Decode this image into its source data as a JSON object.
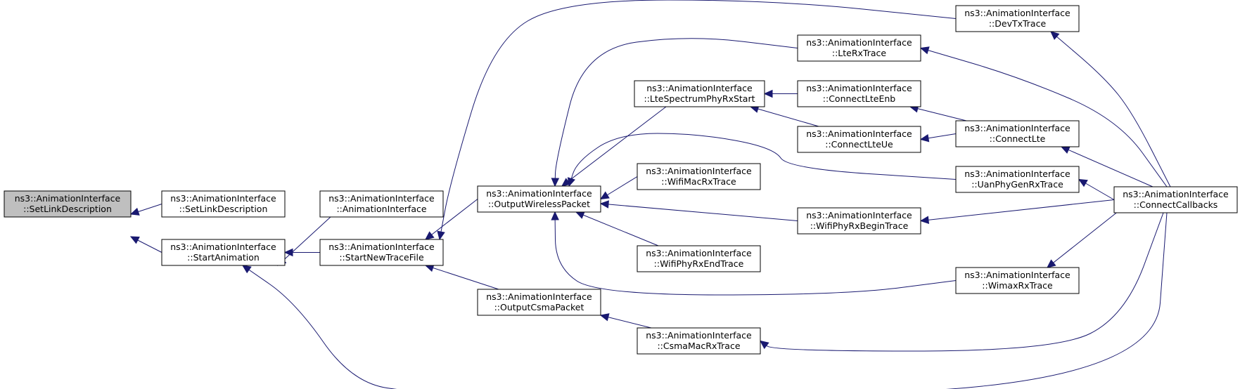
{
  "colors": {
    "edge": "#191970",
    "node_fill": "#ffffff",
    "node_stroke": "#000000",
    "highlight_fill": "#bfbfbf"
  },
  "nodes": [
    {
      "id": "n0",
      "line1": "ns3::AnimationInterface",
      "line2": "::SetLinkDescription",
      "highlight": true
    },
    {
      "id": "n1",
      "line1": "ns3::AnimationInterface",
      "line2": "::SetLinkDescription"
    },
    {
      "id": "n2",
      "line1": "ns3::AnimationInterface",
      "line2": "::StartAnimation"
    },
    {
      "id": "n3",
      "line1": "ns3::AnimationInterface",
      "line2": "::AnimationInterface"
    },
    {
      "id": "n4",
      "line1": "ns3::AnimationInterface",
      "line2": "::StartNewTraceFile"
    },
    {
      "id": "n5",
      "line1": "ns3::AnimationInterface",
      "line2": "::OutputWirelessPacket"
    },
    {
      "id": "n6",
      "line1": "ns3::AnimationInterface",
      "line2": "::OutputCsmaPacket"
    },
    {
      "id": "n7",
      "line1": "ns3::AnimationInterface",
      "line2": "::LteSpectrumPhyRxStart"
    },
    {
      "id": "n8",
      "line1": "ns3::AnimationInterface",
      "line2": "::WifiMacRxTrace"
    },
    {
      "id": "n9",
      "line1": "ns3::AnimationInterface",
      "line2": "::WifiPhyRxEndTrace"
    },
    {
      "id": "n10",
      "line1": "ns3::AnimationInterface",
      "line2": "::CsmaMacRxTrace"
    },
    {
      "id": "n11",
      "line1": "ns3::AnimationInterface",
      "line2": "::DevTxTrace"
    },
    {
      "id": "n12",
      "line1": "ns3::AnimationInterface",
      "line2": "::LteRxTrace"
    },
    {
      "id": "n13",
      "line1": "ns3::AnimationInterface",
      "line2": "::ConnectLteEnb"
    },
    {
      "id": "n14",
      "line1": "ns3::AnimationInterface",
      "line2": "::ConnectLteUe"
    },
    {
      "id": "n15",
      "line1": "ns3::AnimationInterface",
      "line2": "::WifiPhyRxBeginTrace"
    },
    {
      "id": "n16",
      "line1": "ns3::AnimationInterface",
      "line2": "::ConnectLte"
    },
    {
      "id": "n17",
      "line1": "ns3::AnimationInterface",
      "line2": "::UanPhyGenRxTrace"
    },
    {
      "id": "n18",
      "line1": "ns3::AnimationInterface",
      "line2": "::WimaxRxTrace"
    },
    {
      "id": "n19",
      "line1": "ns3::AnimationInterface",
      "line2": "::ConnectCallbacks"
    }
  ],
  "edges": [
    {
      "from": "n1",
      "to": "n0"
    },
    {
      "from": "n2",
      "to": "n0"
    },
    {
      "from": "n3",
      "to": "n2"
    },
    {
      "from": "n4",
      "to": "n2"
    },
    {
      "from": "n19",
      "to": "n2"
    },
    {
      "from": "n5",
      "to": "n4"
    },
    {
      "from": "n6",
      "to": "n4"
    },
    {
      "from": "n11",
      "to": "n4"
    },
    {
      "from": "n12",
      "to": "n5"
    },
    {
      "from": "n7",
      "to": "n5"
    },
    {
      "from": "n17",
      "to": "n5"
    },
    {
      "from": "n8",
      "to": "n5"
    },
    {
      "from": "n15",
      "to": "n5"
    },
    {
      "from": "n9",
      "to": "n5"
    },
    {
      "from": "n18",
      "to": "n5"
    },
    {
      "from": "n13",
      "to": "n7"
    },
    {
      "from": "n14",
      "to": "n7"
    },
    {
      "from": "n10",
      "to": "n6"
    },
    {
      "from": "n19",
      "to": "n11"
    },
    {
      "from": "n19",
      "to": "n12"
    },
    {
      "from": "n16",
      "to": "n13"
    },
    {
      "from": "n16",
      "to": "n14"
    },
    {
      "from": "n19",
      "to": "n16"
    },
    {
      "from": "n19",
      "to": "n17"
    },
    {
      "from": "n19",
      "to": "n15"
    },
    {
      "from": "n19",
      "to": "n18"
    },
    {
      "from": "n19",
      "to": "n10"
    }
  ]
}
